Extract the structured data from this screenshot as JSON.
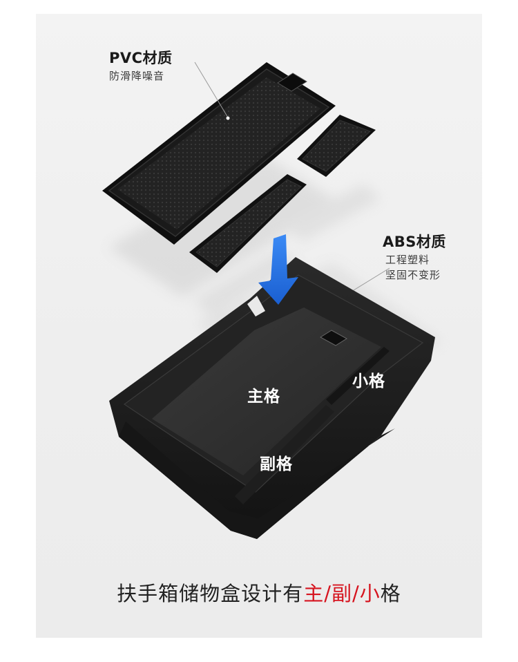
{
  "labels": {
    "pvc": {
      "title": "PVC材质",
      "subtitle": "防滑降噪音"
    },
    "abs": {
      "title": "ABS材质",
      "line1": "工程塑料",
      "line2": "坚固不变形"
    }
  },
  "compartments": {
    "main": "主格",
    "small": "小格",
    "secondary": "副格"
  },
  "headline": {
    "prefix": "扶手箱储物盒设计有",
    "main": "主",
    "sep1": "/",
    "secondary": "副",
    "sep2": "/",
    "small": "小",
    "suffix": "格"
  },
  "colors": {
    "background": "#ffffff",
    "panel": "#eeeeee",
    "tray": "#1b1b1b",
    "arrow": "#1f6fe0",
    "accent_red": "#d6141f",
    "text": "#222222"
  },
  "icons": {
    "arrow": "down-arrow-icon"
  }
}
